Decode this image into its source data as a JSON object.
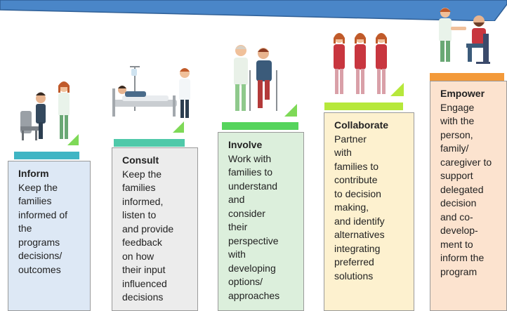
{
  "stages": [
    {
      "title": "Inform",
      "body": "Keep the\nfamilies\ninformed of\nthe\nprograms\ndecisions/\noutcomes",
      "bar_color": "#3fb5c4",
      "card_color": "#dde8f5"
    },
    {
      "title": "Consult",
      "body": "Keep the\nfamilies\ninformed,\nlisten to\nand provide\nfeedback\non how\ntheir input\ninfluenced\ndecisions",
      "bar_color": "#4fc9a9",
      "card_color": "#ececec"
    },
    {
      "title": "Involve",
      "body": "Work with\nfamilies to\nunderstand\nand\nconsider\ntheir\nperspective\nwith\ndeveloping\noptions/\napproaches",
      "bar_color": "#55d45c",
      "card_color": "#dcefdc"
    },
    {
      "title": "Collaborate",
      "body": "Partner\nwith\nfamilies to\ncontribute\nto decision\nmaking,\nand identify\nalternatives\nintegrating\npreferred\nsolutions",
      "bar_color": "#b6e83b",
      "card_color": "#fdf1cf"
    },
    {
      "title": "Empower",
      "body": "Engage\nwith the\nperson,\nfamily/\ncaregiver to\nsupport\ndelegated\ndecision\nand co-\ndevelop-\nment to\ninform the\nprogram",
      "bar_color": "#f39a3a",
      "card_color": "#fce3cf"
    }
  ],
  "colors": {
    "banner": "#4a86c8",
    "banner_edge": "#2f5f96",
    "corner_triangle": "#7ed957"
  }
}
